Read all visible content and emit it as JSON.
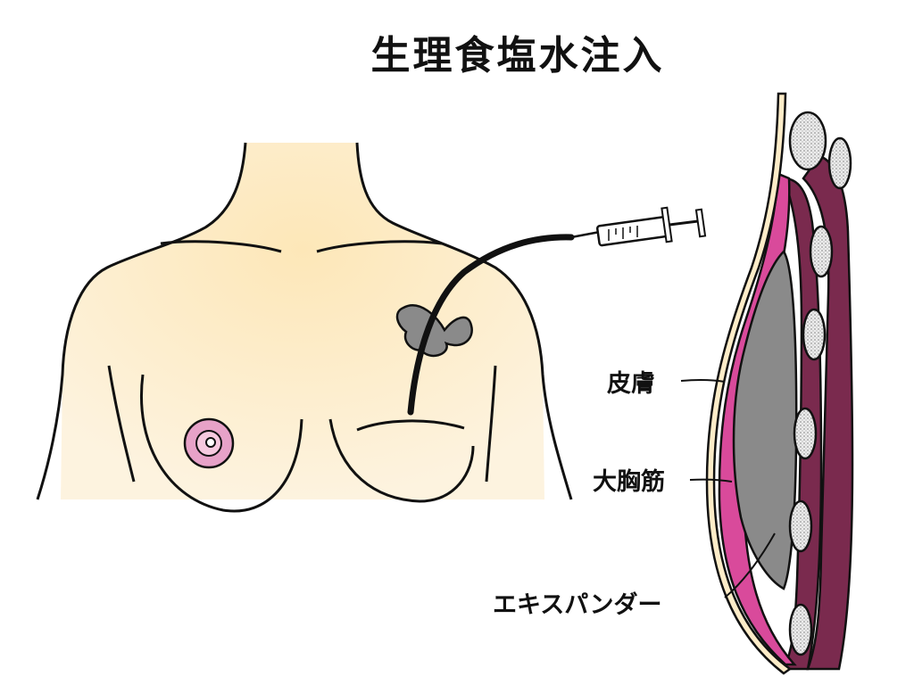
{
  "title": "生理食塩水注入",
  "labels": {
    "skin": "皮膚",
    "pectoralis": "大胸筋",
    "expander": "エキスパンダー"
  },
  "colors": {
    "skin_fill": "#fdecc8",
    "nipple": "#e7a2c8",
    "expander_fill": "#8a8a8a",
    "muscle_pink": "#d94a9b",
    "rib_muscle": "#7a2a4e",
    "outline": "#111111"
  }
}
